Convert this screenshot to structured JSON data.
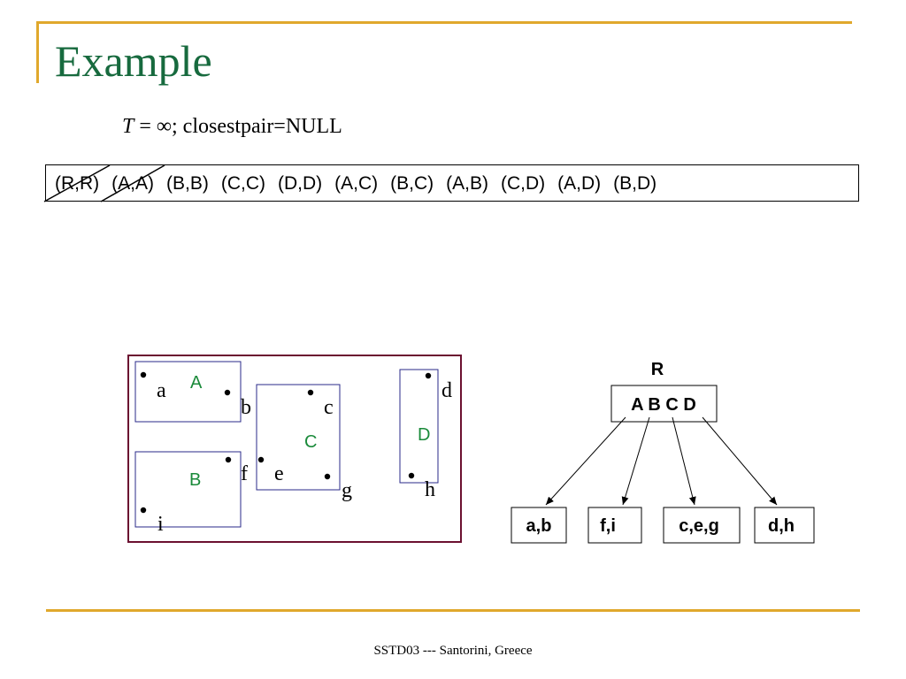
{
  "slide": {
    "title": "Example",
    "status": {
      "variable": "T",
      "rest": " = ∞; closestpair=NULL"
    },
    "queue": [
      "(R,R)",
      "(A,A)",
      "(B,B)",
      "(C,C)",
      "(D,D)",
      "(A,C)",
      "(B,C)",
      "(A,B)",
      "(C,D)",
      "(A,D)",
      "(B,D)"
    ],
    "queue_struck": [
      0,
      1
    ],
    "footer": "SSTD03 --- Santorini, Greece"
  },
  "space": {
    "rects": {
      "A": "A",
      "B": "B",
      "C": "C",
      "D": "D"
    },
    "points": {
      "a": "a",
      "b": "b",
      "c": "c",
      "d": "d",
      "e": "e",
      "f": "f",
      "g": "g",
      "h": "h",
      "i": "i"
    }
  },
  "tree": {
    "root_label": "R",
    "root_node": "A B C D",
    "leaves": [
      "a,b",
      "f,i",
      "c,e,g",
      "d,h"
    ]
  },
  "colors": {
    "title": "#176a3e",
    "accent_bar": "#e0a82c",
    "outer_border": "#6b1030",
    "rect_border": "#2a2a8a",
    "rect_label": "#1a8a3a"
  }
}
